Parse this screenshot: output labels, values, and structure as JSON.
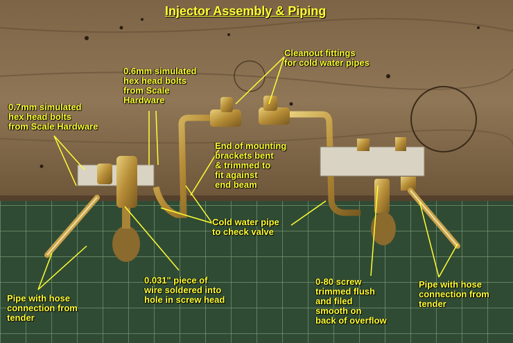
{
  "title": "Injector Assembly & Piping",
  "colors": {
    "label_text": "#ffff33",
    "leader_line": "#ffff33",
    "wood": "#8a7152",
    "cutting_mat": "#2f4a33",
    "brass": "#c9a24a"
  },
  "labels": {
    "bolts_07": "0.7mm simulated\nhex head bolts\nfrom Scale Hardware",
    "bolts_06": "0.6mm simulated\nhex head bolts\nfrom Scale\nHardware",
    "cleanout": "Cleanout fittings\nfor cold water pipes",
    "mounting_brackets": "End of mounting\nbrackets bent\n& trimmed to\nfit against\nend beam",
    "cold_water_pipe": "Cold water pipe\nto check valve",
    "wire_piece": "0.031\" piece of\nwire soldered into\nhole in screw head",
    "screw_080": "0-80 screw\ntrimmed flush\nand filed\nsmooth on\nback of overflow",
    "pipe_left": "Pipe with hose\nconnection from\ntender",
    "pipe_right": "Pipe with hose\nconnection from\ntender"
  }
}
